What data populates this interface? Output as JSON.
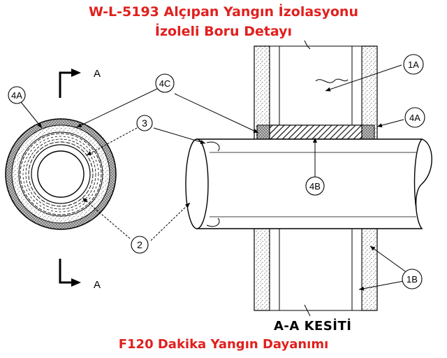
{
  "header": {
    "title_line1": "W-L-5193 Alçıpan Yangın İzolasyonu",
    "title_line2": "İzoleli Boru Detayı"
  },
  "footer": {
    "rating": "F120 Dakika Yangın Dayanımı"
  },
  "section": {
    "caption": "A-A KESİTİ",
    "marker_top": "A",
    "marker_bottom": "A"
  },
  "callouts": {
    "c1A": "1A",
    "c1B": "1B",
    "c2": "2",
    "c3": "3",
    "c4A_left": "4A",
    "c4A_right": "4A",
    "c4B": "4B",
    "c4C": "4C"
  },
  "colors": {
    "title": "#e0201e",
    "line": "#000000"
  }
}
